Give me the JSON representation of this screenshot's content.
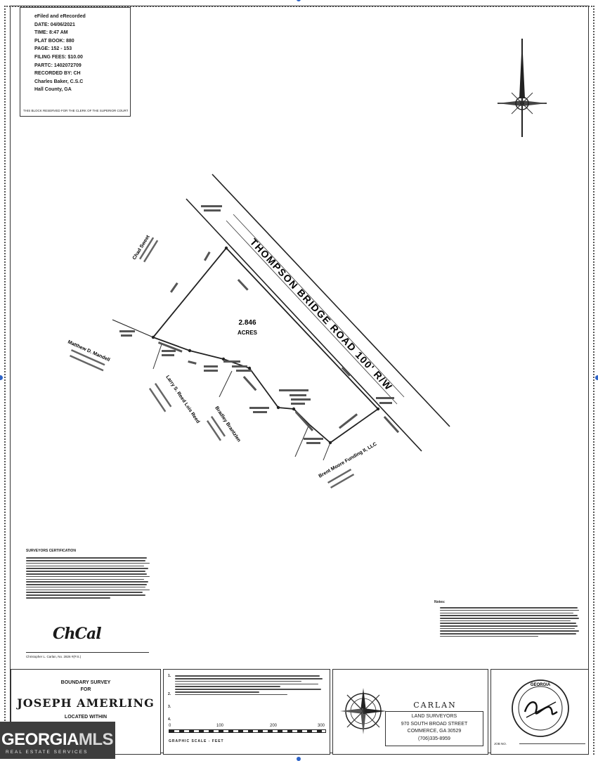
{
  "recording_stamp": {
    "lines": [
      "eFiled and eRecorded",
      "DATE: 04/06/2021",
      "TIME: 8:47 AM",
      "PLAT BOOK: 880",
      "PAGE: 152 - 153",
      "FILING FEES: $10.00",
      "PARTC: 1402072709",
      "RECORDED BY: CH",
      "Charles Baker, C.S.C",
      "Hall County, GA"
    ],
    "reserved_note": "THIS BLOCK RESERVED FOR THE CLERK OF THE SUPERIOR COURT"
  },
  "plat": {
    "road_label": "THOMPSON BRIDGE ROAD 100' R/W",
    "area": "2.846",
    "area_unit": "ACRES",
    "owners": [
      "Chad Sweet",
      "Matthew D. Mandell",
      "Larry S. Reed Lois Reed",
      "Bradley Brantzlen",
      "Brent Moore Funding II, LLC"
    ]
  },
  "certification": {
    "heading": "SURVEYORS CERTIFICATION",
    "signer": "Christopher L. Carlan, No. 2826 #(P.S.)"
  },
  "notes": {
    "heading": "Notes:"
  },
  "title_block": {
    "boundary_survey": "BOUNDARY SURVEY",
    "for": "FOR",
    "client": "JOSEPH AMERLING",
    "located_within": "LOCATED WITHIN"
  },
  "survey_notes": {
    "numbers": [
      "1.",
      "2.",
      "3.",
      "4."
    ]
  },
  "scale": {
    "labels": [
      "0",
      "100",
      "200",
      "300"
    ],
    "caption": "GRAPHIC SCALE - FEET"
  },
  "firm": {
    "name": "CARLAN",
    "lines": [
      "LAND SURVEYORS",
      "970 SOUTH BROAD STREET",
      "COMMERCE, GA 30529",
      "(706)335-8959"
    ]
  },
  "seal": {
    "caption": "GEORGIA",
    "sub": "JOB NO."
  },
  "watermark": {
    "brand_a": "GEORGIA",
    "brand_b": "MLS",
    "tagline": "REAL ESTATE SERVICES"
  }
}
